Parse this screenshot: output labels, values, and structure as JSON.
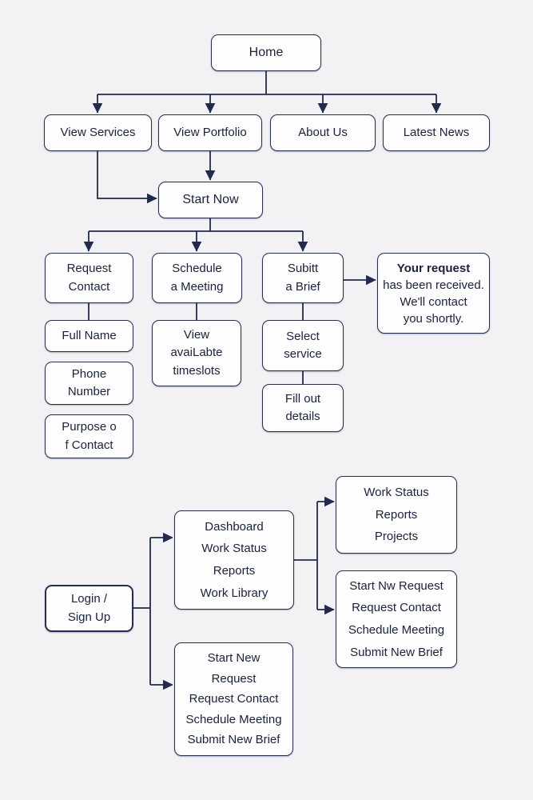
{
  "colors": {
    "background": "#f2f2f4",
    "node_fill": "#fdfdfe",
    "border": "#232f54",
    "line": "#1f2a4d",
    "text": "#19223f"
  },
  "nodes": {
    "home": {
      "label": "Home"
    },
    "view_services": {
      "label": "View Services"
    },
    "view_portfolio": {
      "label": "View Portfolio"
    },
    "about_us": {
      "label": "About Us"
    },
    "latest_news": {
      "label": "Latest News"
    },
    "start_now": {
      "label": "Start Now"
    },
    "request_contact": {
      "label": "Request\nContact"
    },
    "schedule_meeting": {
      "label": "Schedule\na Meeting"
    },
    "subitt_brief": {
      "label": "Subitt\na Brief"
    },
    "confirmation": {
      "title": "Your request",
      "body": "has been received.\nWe'll contact\nyou shortly."
    },
    "full_name": {
      "label": "Full Name"
    },
    "phone_number": {
      "label": "Phone\nNumber"
    },
    "purpose_of_contact": {
      "label": "Purpose o\nf Contact"
    },
    "view_timeslots": {
      "label": "View\navaiLabte\ntimeslots"
    },
    "select_service": {
      "label": "Select\nservice"
    },
    "fill_out_details": {
      "label": "Fill out\ndetails"
    },
    "login": {
      "label": "Login /\nSign Up"
    },
    "dashboard": {
      "label": "Dashboard\nWork Status\nReports\nWork Library"
    },
    "work_status": {
      "label": "Work Status\nReports\nProjects"
    },
    "start_nw_request": {
      "label": "Start Nw Request\nRequest Contact\nSchedule Meeting\nSubmit New Brief"
    },
    "start_new_request": {
      "label": "Start New\nRequest\nRequest Contact\nSchedule Meeting\nSubmit New Brief"
    }
  }
}
